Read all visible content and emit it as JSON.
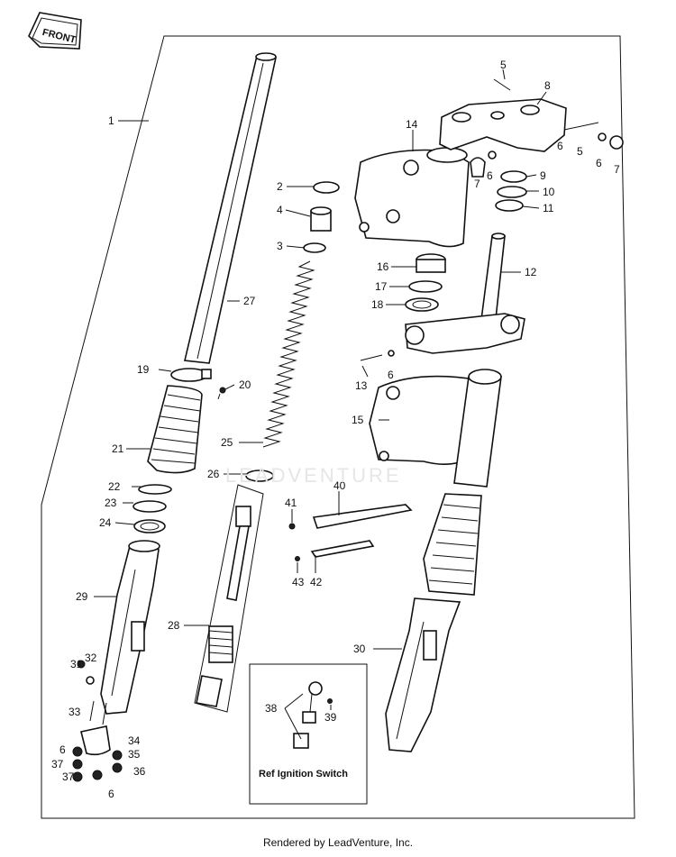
{
  "diagram": {
    "front_label": "FRONT",
    "ref_note": "Ref  Ignition Switch",
    "watermark": "LEADVENTURE",
    "footer": "Rendered by LeadVenture, Inc.",
    "callouts": {
      "c1": "1",
      "c2": "2",
      "c3": "3",
      "c4": "4",
      "c5a": "5",
      "c5b": "5",
      "c6a": "6",
      "c6b": "6",
      "c6c": "6",
      "c6d": "6",
      "c6e": "6",
      "c6f": "6",
      "c7a": "7",
      "c7b": "7",
      "c8": "8",
      "c9": "9",
      "c10": "10",
      "c11": "11",
      "c12": "12",
      "c13": "13",
      "c14": "14",
      "c15": "15",
      "c16": "16",
      "c17": "17",
      "c18": "18",
      "c19": "19",
      "c20": "20",
      "c21": "21",
      "c22": "22",
      "c23": "23",
      "c24": "24",
      "c25": "25",
      "c26": "26",
      "c27": "27",
      "c28": "28",
      "c29": "29",
      "c30": "30",
      "c31": "31",
      "c32": "32",
      "c33": "33",
      "c34": "34",
      "c35": "35",
      "c36": "36",
      "c37a": "37",
      "c37b": "37",
      "c38": "38",
      "c39": "39",
      "c40": "40",
      "c41": "41",
      "c42": "42",
      "c43": "43"
    }
  }
}
